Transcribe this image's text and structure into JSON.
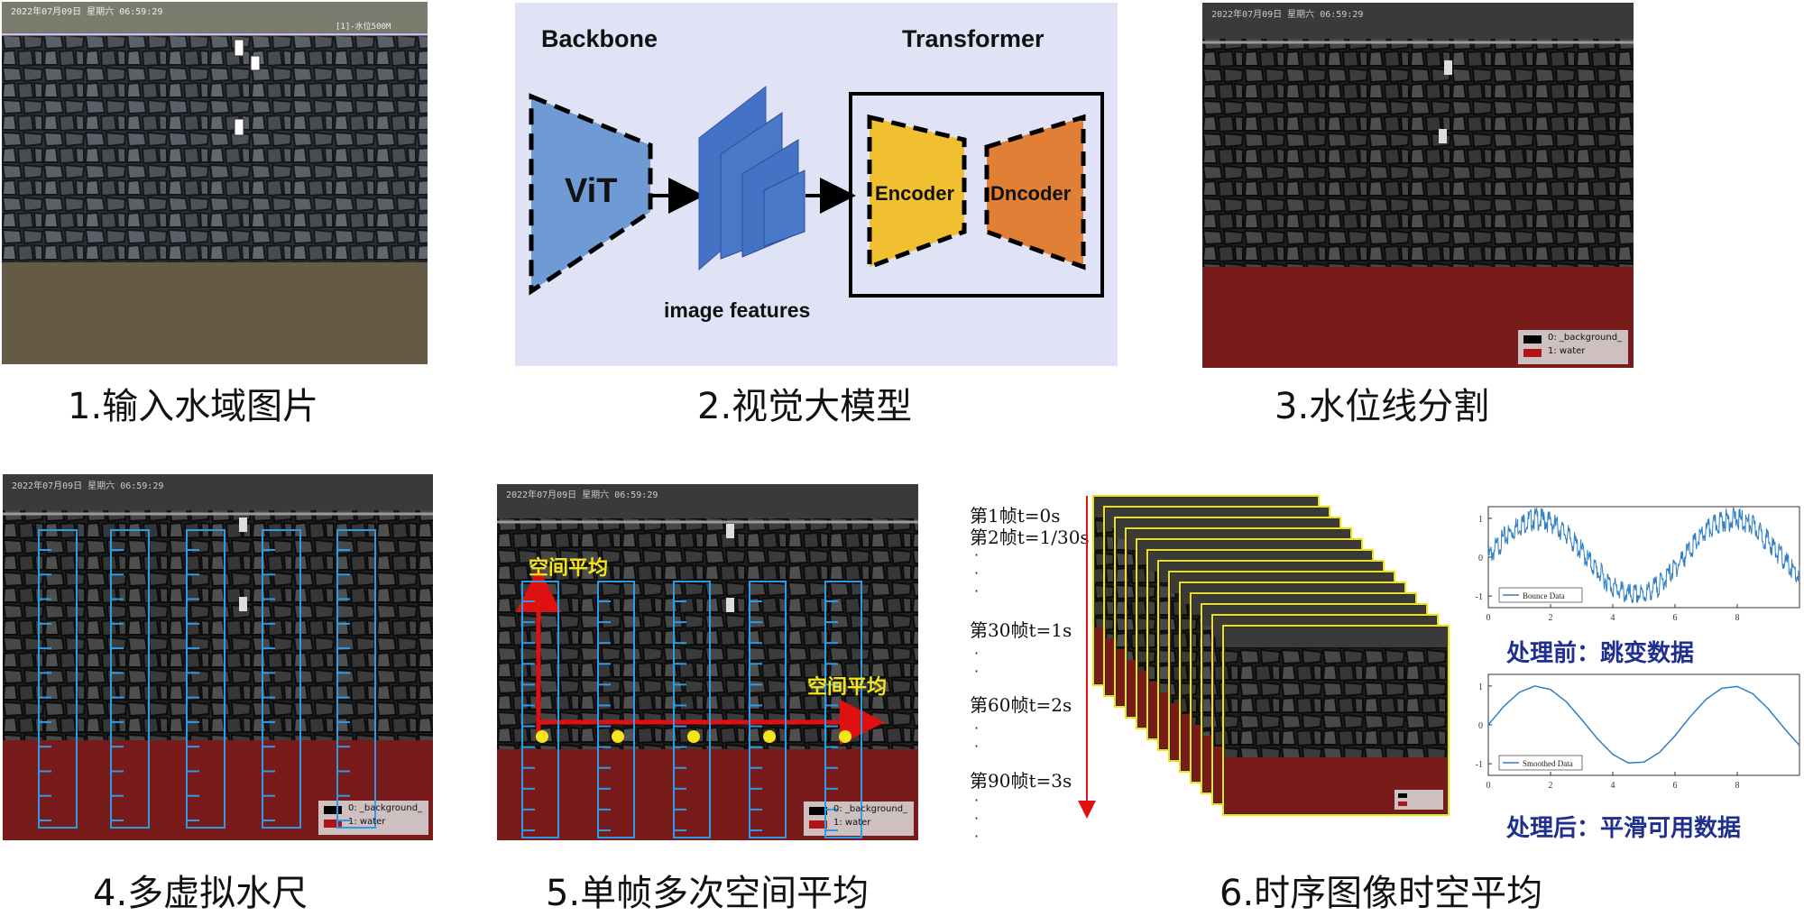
{
  "captions": {
    "p1": "1.输入水域图片",
    "p2": "2.视觉大模型",
    "p3": "3.水位线分割",
    "p4": "4.多虚拟水尺",
    "p5": "5.单帧多次空间平均",
    "p6": "6.时序图像时空平均"
  },
  "photo_overlay": {
    "timestamp": "2022年07月09日  星期六  06:59:29",
    "site_tag": "[1]-水位500M"
  },
  "model_diagram": {
    "backbone_label": "Backbone",
    "transformer_label": "Transformer",
    "vit_label": "ViT",
    "features_label": "image features",
    "encoder_label": "Encoder",
    "decoder_label": "Dncoder",
    "colors": {
      "panel_bg": "#dfe3f5",
      "vit": "#6f9ad4",
      "features": "#4472c4",
      "encoder": "#f0c030",
      "decoder": "#e07f35"
    }
  },
  "segmentation_legend": {
    "background": "0: _background_",
    "water": "1: water"
  },
  "spatial_average": {
    "label_vertical": "空间平均",
    "label_horizontal": "空间平均"
  },
  "temporal": {
    "frames": [
      "第1帧t=0s",
      "第2帧t=1/30s",
      "第30帧t=1s",
      "第60帧t=2s",
      "第90帧t=3s"
    ],
    "before_label": "处理前：跳变数据",
    "after_label": "处理后：平滑可用数据"
  },
  "chart_data": [
    {
      "type": "line",
      "series": [
        {
          "name": "Bounce Data",
          "x": [
            0,
            0.5,
            1,
            1.5,
            2,
            2.5,
            3,
            3.5,
            4,
            4.5,
            5,
            5.5,
            6,
            6.5,
            7,
            7.5,
            8,
            8.5,
            9,
            9.5
          ],
          "values": [
            0,
            0.48,
            0.84,
            1.0,
            0.91,
            0.6,
            0.14,
            -0.35,
            -0.76,
            -0.98,
            -0.96,
            -0.71,
            -0.28,
            0.22,
            0.66,
            0.94,
            0.99,
            0.8,
            0.41,
            -0.08
          ]
        }
      ],
      "noise": "high-frequency jitter ±0.15",
      "xlim": [
        0,
        10
      ],
      "ylim": [
        -1.3,
        1.3
      ],
      "xticks": [
        0,
        2,
        4,
        6,
        8
      ],
      "yticks": [
        1,
        0,
        -1
      ],
      "legend": "bottom-left"
    },
    {
      "type": "line",
      "series": [
        {
          "name": "Smoothed Data",
          "x": [
            0,
            0.5,
            1,
            1.5,
            2,
            2.5,
            3,
            3.5,
            4,
            4.5,
            5,
            5.5,
            6,
            6.5,
            7,
            7.5,
            8,
            8.5,
            9,
            9.5
          ],
          "values": [
            0,
            0.48,
            0.84,
            1.0,
            0.91,
            0.6,
            0.14,
            -0.35,
            -0.76,
            -0.98,
            -0.96,
            -0.71,
            -0.28,
            0.22,
            0.66,
            0.94,
            0.99,
            0.8,
            0.41,
            -0.08
          ]
        }
      ],
      "xlim": [
        0,
        10
      ],
      "ylim": [
        -1.3,
        1.3
      ],
      "xticks": [
        0,
        2,
        4,
        6,
        8
      ],
      "yticks": [
        1,
        0,
        -1
      ],
      "legend": "bottom-left"
    }
  ]
}
